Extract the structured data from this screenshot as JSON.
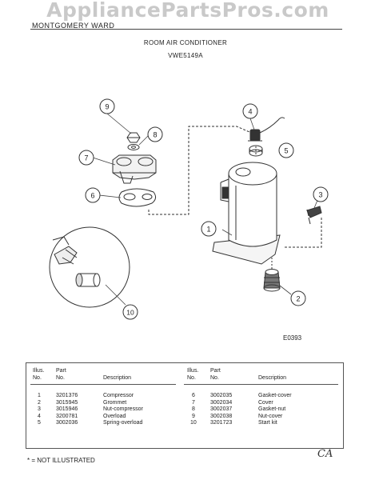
{
  "watermark": "AppliancePartsPros.com",
  "header": {
    "brand": "MONTGOMERY WARD",
    "title": "ROOM AIR CONDITIONER",
    "model": "VWE5149A"
  },
  "diagram": {
    "callouts": [
      "1",
      "2",
      "3",
      "4",
      "5",
      "6",
      "7",
      "8",
      "9",
      "10"
    ],
    "code": "E0393"
  },
  "table": {
    "headers": {
      "illus": "Illus.",
      "no": "No.",
      "part": "Part",
      "part_no": "No.",
      "description": "Description"
    },
    "left": [
      {
        "illus": "1",
        "part": "3201376",
        "desc": "Compressor"
      },
      {
        "illus": "2",
        "part": "3015945",
        "desc": "Grommet"
      },
      {
        "illus": "3",
        "part": "3015946",
        "desc": "Nut-compressor"
      },
      {
        "illus": "4",
        "part": "3200781",
        "desc": "Overload"
      },
      {
        "illus": "5",
        "part": "3002036",
        "desc": "Spring-overload"
      }
    ],
    "right": [
      {
        "illus": "6",
        "part": "3002035",
        "desc": "Gasket-cover"
      },
      {
        "illus": "7",
        "part": "3002034",
        "desc": "Cover"
      },
      {
        "illus": "8",
        "part": "3002037",
        "desc": "Gasket-nut"
      },
      {
        "illus": "9",
        "part": "3002038",
        "desc": "Nut-cover"
      },
      {
        "illus": "10",
        "part": "3201723",
        "desc": "Start kit"
      }
    ]
  },
  "footer": {
    "note": "* = NOT ILLUSTRATED",
    "initials": "CA"
  }
}
